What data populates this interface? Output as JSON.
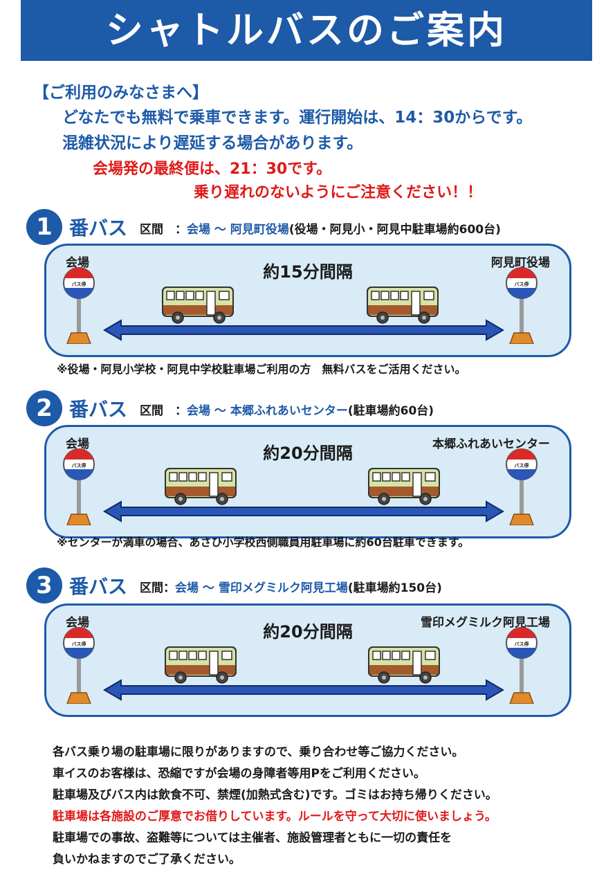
{
  "title": "シャトルバスのご案内",
  "intro": {
    "heading": "【ご利用のみなさまへ】",
    "line1": "どなたでも無料で乗車できます。運行開始は、14：30からです。",
    "line2": "混雑状況により遅延する場合があります。",
    "line3": "会場発の最終便は、21：30です。",
    "line4": "乗り遅れのないようにご注意ください！！"
  },
  "routes": [
    {
      "number": "1",
      "name": "番バス",
      "section_label": "区間　：",
      "section_route": "会場 ～ 阿見町役場",
      "parking": "(役場・阿見小・阿見中駐車場約600台)",
      "start_stop": "会場",
      "end_stop": "阿見町役場",
      "interval": "約15分間隔",
      "stop_sign": "バス停",
      "note": "※役場・阿見小学校・阿見中学校駐車場ご利用の方　無料バスをご活用ください。"
    },
    {
      "number": "2",
      "name": "番バス",
      "section_label": "区間　：",
      "section_route": "会場 ～ 本郷ふれあいセンター",
      "parking": "(駐車場約60台)",
      "start_stop": "会場",
      "end_stop": "本郷ふれあいセンター",
      "interval": "約20分間隔",
      "stop_sign": "バス停",
      "note": "※センターが満車の場合、あさひ小学校西側職員用駐車場に約60台駐車できます。"
    },
    {
      "number": "3",
      "name": "番バス",
      "section_label": "区間：",
      "section_route": "会場 ～ 雪印メグミルク阿見工場",
      "parking": "(駐車場約150台)",
      "start_stop": "会場",
      "end_stop": "雪印メグミルク阿見工場",
      "interval": "約20分間隔",
      "stop_sign": "バス停",
      "note": ""
    }
  ],
  "footer": {
    "line1": "各バス乗り場の駐車場に限りがありますので、乗り合わせ等ご協力ください。",
    "line2": "車イスのお客様は、恐縮ですが会場の身障者等用Pをご利用ください。",
    "line3": "駐車場及びバス内は飲食不可、禁煙(加熱式含む)です。ゴミはお持ち帰りください。",
    "line4": "駐車場は各施設のご厚意でお借りしています。ルールを守って大切に使いましょう。",
    "line5": "駐車場での事故、盗難等については主催者、施設管理者ともに一切の責任を",
    "line6": "負いかねますのでご了承ください。"
  },
  "colors": {
    "brand_blue": "#1d5aa8",
    "alert_red": "#e01818",
    "panel_fill": "#d8ebf6"
  }
}
